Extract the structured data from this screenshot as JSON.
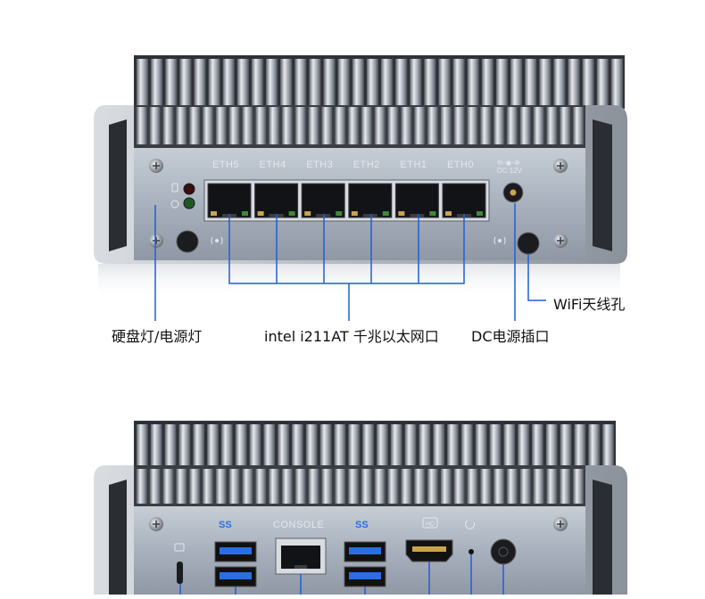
{
  "top_device": {
    "eth_ports": [
      "ETH5",
      "ETH4",
      "ETH3",
      "ETH2",
      "ETH1",
      "ETH0"
    ],
    "dc_jack_label": "DC 12V"
  },
  "callouts": {
    "hdd_power_led": "硬盘灯/电源灯",
    "ethernet": "intel i211AT 千兆以太网口",
    "dc_jack": "DC电源插口",
    "wifi_hole": "WiFi天线孔"
  },
  "bottom_device": {
    "console_label": "CONSOLE",
    "usb_logo": "SS",
    "hdmi_logo": "HD"
  },
  "colors": {
    "callout_line": "#1f5fd6",
    "panel": "#a9b3c0",
    "accent_blue": "#2a6fe0"
  }
}
